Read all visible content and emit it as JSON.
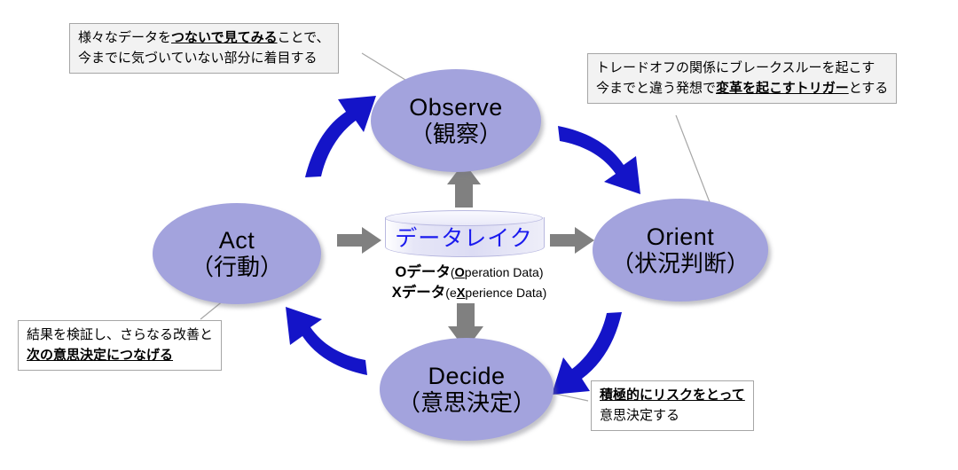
{
  "diagram": {
    "title": "OODA loop with data lake",
    "colors": {
      "node_fill": "#a3a3dd",
      "blue_arrow": "#1414c8",
      "gray_arrow": "#808080",
      "lake_text": "#1a1aee",
      "callout_border": "#a6a6a6",
      "callout_fill": "#f2f2f2"
    }
  },
  "nodes": [
    {
      "id": "observe",
      "en": "Observe",
      "jp": "（観察）"
    },
    {
      "id": "orient",
      "en": "Orient",
      "jp": "（状況判断）"
    },
    {
      "id": "decide",
      "en": "Decide",
      "jp": "（意思決定）"
    },
    {
      "id": "act",
      "en": "Act",
      "jp": "（行動）"
    }
  ],
  "datalake": {
    "label": "データレイク",
    "caption": {
      "line1_prefix": "O",
      "line1_jp": "データ",
      "line1_open": "(",
      "line1_underline": "O",
      "line1_rest": "peration Data)",
      "line2_prefix": "X",
      "line2_jp": "データ",
      "line2_open": "(e",
      "line2_underline": "X",
      "line2_rest": "perience Data)"
    }
  },
  "callouts": {
    "observe": {
      "line1_a": "様々なデータを",
      "line1_em": "つないで見てみる",
      "line1_b": "ことで、",
      "line2": "今までに気づいていない部分に着目する"
    },
    "orient": {
      "line1": "トレードオフの関係にブレークスルーを起こす",
      "line2_a": "今までと違う発想で",
      "line2_em": "変革を起こすトリガー",
      "line2_b": "とする"
    },
    "act": {
      "line1": "結果を検証し、さらなる改善と",
      "line2_em": "次の意思決定につなげる"
    },
    "decide": {
      "line1_em": "積極的にリスクをとって",
      "line2": "意思決定する"
    }
  },
  "arrows": {
    "blue": [
      {
        "name": "act-to-observe",
        "from": "Act",
        "to": "Observe"
      },
      {
        "name": "observe-to-orient",
        "from": "Observe",
        "to": "Orient"
      },
      {
        "name": "orient-to-decide",
        "from": "Orient",
        "to": "Decide"
      },
      {
        "name": "decide-to-act",
        "from": "Decide",
        "to": "Act"
      }
    ],
    "gray": [
      {
        "name": "act-to-lake",
        "direction": "right"
      },
      {
        "name": "lake-to-orient",
        "direction": "right"
      },
      {
        "name": "lake-to-observe",
        "direction": "up"
      },
      {
        "name": "lake-to-decide",
        "direction": "down"
      }
    ]
  }
}
